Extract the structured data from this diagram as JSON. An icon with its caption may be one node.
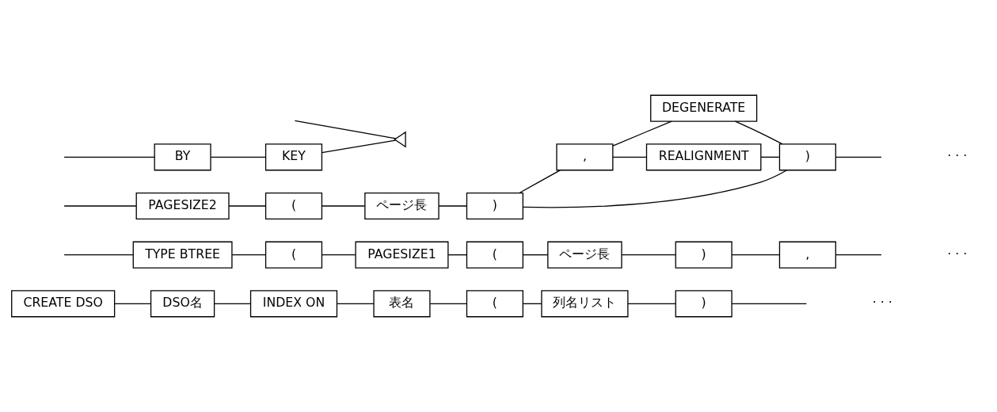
{
  "diagram": {
    "nodes": [
      {
        "text": [
          "CREATE DSO"
        ]
      },
      {
        "text": [
          "DSO名"
        ]
      },
      {
        "text": [
          "INDEX ON"
        ]
      },
      {
        "text": [
          "表名"
        ]
      },
      {
        "text": [
          "("
        ]
      },
      {
        "text": [
          "列名リスト"
        ]
      },
      {
        "text": [
          ")"
        ]
      },
      {
        "text": [
          "TYPE BTREE"
        ]
      },
      {
        "text": [
          "("
        ]
      },
      {
        "text": [
          "PAGESIZE1"
        ]
      },
      {
        "text": [
          "("
        ]
      },
      {
        "text": [
          "ページ長"
        ]
      },
      {
        "text": [
          ")"
        ]
      },
      {
        "text": [
          ","
        ]
      },
      {
        "text": [
          "PAGESIZE2"
        ]
      },
      {
        "text": [
          "("
        ]
      },
      {
        "text": [
          "ページ長"
        ]
      },
      {
        "text": [
          ")"
        ]
      },
      {
        "text": [
          ","
        ]
      },
      {
        "text": [
          "DEGENERATE"
        ]
      },
      {
        "text": [
          "REALIGNMENT"
        ]
      },
      {
        "text": [
          ")"
        ]
      },
      {
        "text": [
          "BY"
        ]
      },
      {
        "text": [
          "KEY"
        ]
      },
      {
        "text": [],
        "shape": "triangle"
      }
    ],
    "edges": [
      {
        "from": 0,
        "to": 1,
        "arrow": "none"
      },
      {
        "from": 1,
        "to": 2,
        "arrow": "none"
      },
      {
        "from": 2,
        "to": 3,
        "arrow": "none"
      },
      {
        "from": 3,
        "to": 4,
        "arrow": "none"
      },
      {
        "from": 4,
        "to": 5,
        "arrow": "none"
      },
      {
        "from": 5,
        "to": 6,
        "arrow": "none"
      },
      {
        "from": 6,
        "to": null,
        "arrow": "none"
      },
      {
        "from": null,
        "to": 7,
        "arrow": "none"
      },
      {
        "from": 7,
        "to": 8,
        "arrow": "none"
      },
      {
        "from": 8,
        "to": 9,
        "arrow": "none"
      },
      {
        "from": 9,
        "to": 10,
        "arrow": "none"
      },
      {
        "from": 10,
        "to": 11,
        "arrow": "none"
      },
      {
        "from": 11,
        "to": 12,
        "arrow": "none"
      },
      {
        "from": 12,
        "to": 13,
        "arrow": "none"
      },
      {
        "from": 13,
        "to": null,
        "arrow": "none"
      },
      {
        "from": null,
        "to": 14,
        "arrow": "none"
      },
      {
        "from": 14,
        "to": 15,
        "arrow": "none"
      },
      {
        "from": 15,
        "to": 16,
        "arrow": "none"
      },
      {
        "from": 16,
        "to": 17,
        "arrow": "none"
      },
      {
        "from": 17,
        "to": 21,
        "arrow": "none"
      },
      {
        "from": 17,
        "to": 18,
        "arrow": "none"
      },
      {
        "from": 18,
        "to": 19,
        "arrow": "none"
      },
      {
        "from": 18,
        "to": 20,
        "arrow": "none"
      },
      {
        "from": 19,
        "to": 21,
        "arrow": "none"
      },
      {
        "from": 20,
        "to": 21,
        "arrow": "none"
      },
      {
        "from": 21,
        "to": null,
        "arrow": "none"
      },
      {
        "from": null,
        "to": 24,
        "arrow": "none"
      },
      {
        "from": null,
        "to": 22,
        "arrow": "none"
      },
      {
        "from": 22,
        "to": 23,
        "arrow": "none"
      },
      {
        "from": 23,
        "to": 24,
        "arrow": "none"
      }
    ],
    "labels": [
      "· · ·",
      "· · ·",
      "· · ·"
    ]
  }
}
